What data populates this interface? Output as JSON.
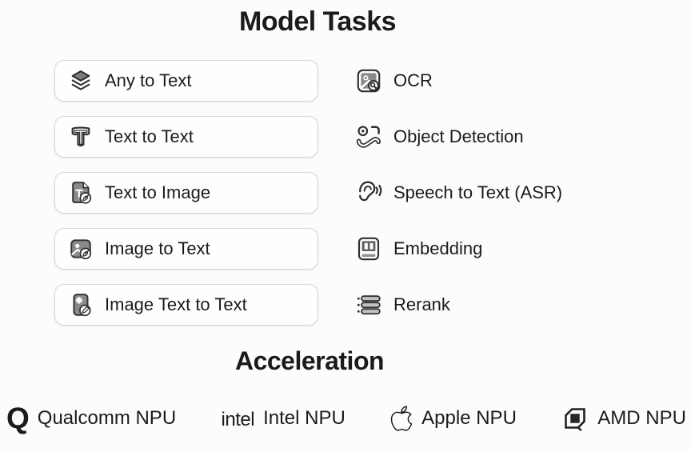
{
  "headings": {
    "tasks": "Model Tasks",
    "acceleration": "Acceleration"
  },
  "task_buttons": [
    {
      "label": "Any to Text",
      "icon": "layers-icon"
    },
    {
      "label": "Text to Text",
      "icon": "letter-t-icon"
    },
    {
      "label": "Text to Image",
      "icon": "document-pen-icon"
    },
    {
      "label": "Image to Text",
      "icon": "image-pen-icon"
    },
    {
      "label": "Image Text to Text",
      "icon": "image-sparkle-pencil-icon"
    }
  ],
  "task_list": [
    {
      "label": "OCR",
      "icon": "image-magnifier-icon"
    },
    {
      "label": "Object Detection",
      "icon": "object-scan-icon"
    },
    {
      "label": "Speech to Text (ASR)",
      "icon": "ear-sound-icon"
    },
    {
      "label": "Embedding",
      "icon": "embedding-card-icon"
    },
    {
      "label": "Rerank",
      "icon": "stacked-bars-icon"
    }
  ],
  "acceleration": {
    "items": [
      {
        "label": "Qualcomm NPU",
        "icon": "qualcomm-q-logo",
        "glyph": "Q"
      },
      {
        "label": "Intel NPU",
        "icon": "intel-logo",
        "glyph": "intel"
      },
      {
        "label": "Apple NPU",
        "icon": "apple-logo"
      },
      {
        "label": "AMD NPU",
        "icon": "amd-logo"
      }
    ]
  },
  "colors": {
    "background": "#fdfcfa",
    "text": "#1b1b1b",
    "button_border": "#d8d5d1",
    "icon_stroke": "#2f2f2f",
    "icon_gray_fill": "#8a8a8a"
  }
}
